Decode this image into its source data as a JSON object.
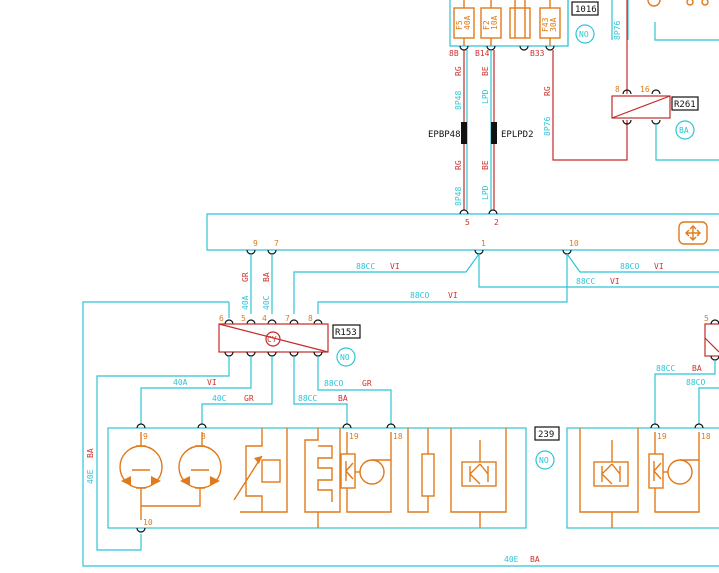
{
  "colors": {
    "cyan": "#2ec4d6",
    "red": "#d0312d",
    "orange": "#e07a1a",
    "black": "#111111"
  },
  "fuse_box": {
    "ref": "1016",
    "badge": "NO",
    "fuses": [
      {
        "id": "F5",
        "rating": "40A"
      },
      {
        "id": "F2",
        "rating": "10A"
      },
      {
        "id": "F43",
        "rating": "30A"
      }
    ],
    "pins": [
      "8B",
      "B14",
      "B33"
    ]
  },
  "wires": {
    "left_wire": {
      "code_top": "8P48",
      "color_top": "RG",
      "color_mid": "RG",
      "code_bottom": "8P48"
    },
    "right_wire": {
      "code_top": "LPD",
      "color_top": "BE",
      "color_mid": "BE",
      "code_bottom": "LPD"
    },
    "r261_wire": {
      "color": "RG",
      "code": "8P76"
    },
    "top_right_code": "8P76"
  },
  "connectors": {
    "left": "EPBP48",
    "right": "EPLPD2"
  },
  "relay_r261": {
    "ref": "R261",
    "pins": [
      "8",
      "16"
    ],
    "badge": "BA"
  },
  "main_bus": {
    "pins": [
      "5",
      "2",
      "9",
      "7",
      "1",
      "10"
    ]
  },
  "wire_labels": {
    "w1": {
      "code": "88CC",
      "color": "VI"
    },
    "w2": {
      "code": "88CO",
      "color": "VI"
    },
    "w3": {
      "code": "88CO",
      "color": "VI"
    },
    "w4": {
      "code": "88CC",
      "color": "VI"
    },
    "w9": {
      "color": "GR"
    },
    "w7": {
      "color": "BA"
    }
  },
  "module_r153": {
    "ref": "R153",
    "badge": "NO",
    "center": "CY",
    "pins": [
      "6",
      "5",
      "4",
      "7",
      "8"
    ],
    "codes": [
      "40A",
      "40C"
    ]
  },
  "lower_wires": [
    {
      "code": "40A",
      "color": "VI"
    },
    {
      "code": "40C",
      "color": "GR"
    },
    {
      "code": "88CC",
      "color": "BA"
    },
    {
      "code": "88CO",
      "color": "GR"
    }
  ],
  "unit_239": {
    "ref": "239",
    "badge": "NO",
    "pins": [
      "9",
      "8",
      "19",
      "18",
      "10"
    ]
  },
  "ground_wire": {
    "code": "40E",
    "color": "BA",
    "code_left": "40E",
    "color_left": "BA"
  },
  "right_unit": {
    "pins": [
      "19",
      "18",
      "5"
    ],
    "wires": [
      {
        "code": "88CC",
        "color": "BA"
      },
      {
        "code": "88CO",
        "color": ""
      }
    ]
  }
}
